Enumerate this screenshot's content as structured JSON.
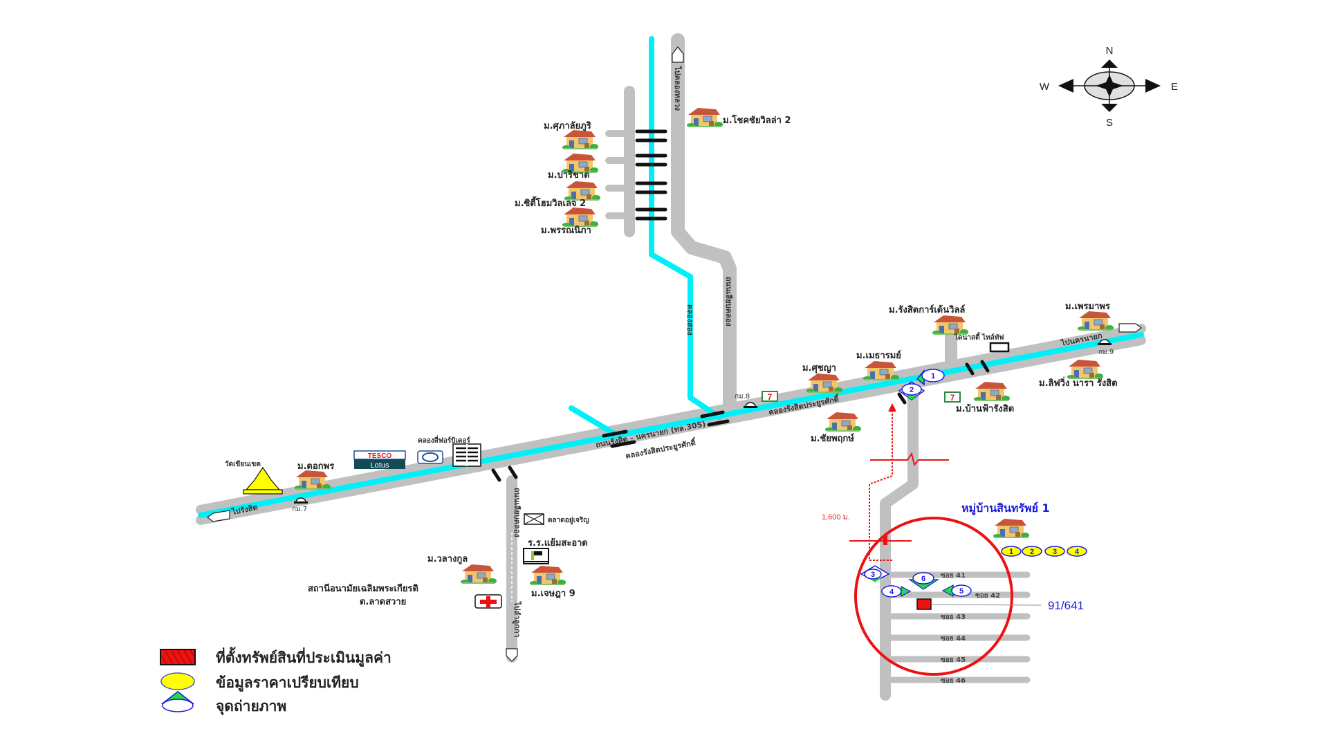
{
  "compass": {
    "north": "N",
    "south": "S",
    "east": "E",
    "west": "W"
  },
  "roads": {
    "main_road_label": "ถนนรังสิต - นครนายก (ทล.305)",
    "canal_label_main": "คลองรังสิตประยูรศักดิ์",
    "canal_label_main_2": "คลองรังสิตประยูรศักดิ์",
    "to_rangsit": "ไปรังสิต",
    "to_nakhon_nayok": "ไปนครนายก",
    "north_road": "ไปคลองหลวง",
    "north_road_lower": "ถนนเลียบคลอง",
    "north_canal": "คลองสอง",
    "south_road_upper": "ถนนเลียบคลอง",
    "south_road_lower": "ไปลำลูกกา",
    "km7": "กม.7",
    "km8": "กม.8",
    "km9": "กม.9"
  },
  "villages": [
    {
      "id": "v1",
      "label": "ม.ศุภาลัยภูริ"
    },
    {
      "id": "v2",
      "label": "ม.ปาริชาต"
    },
    {
      "id": "v3",
      "label": "ม.ซิตี้โฮมวิลเลจ 2"
    },
    {
      "id": "v4",
      "label": "ม.พรรณนิภา"
    },
    {
      "id": "v5",
      "label": "ม.โชคชัยวิลล่า 2"
    },
    {
      "id": "v6",
      "label": "ม.รังสิตการ์เด้นวิลล์"
    },
    {
      "id": "v7",
      "label": "ม.เพรมาพร"
    },
    {
      "id": "v8",
      "label": "ม.เมธารมย์"
    },
    {
      "id": "v9",
      "label": "ม.ศุชญา"
    },
    {
      "id": "v10",
      "label": "ม.ลิฟวิ่ง นารา รังสิต"
    },
    {
      "id": "v11",
      "label": "ม.บ้านฟ้ารังสิต"
    },
    {
      "id": "v12",
      "label": "ม.ชัยพฤกษ์"
    },
    {
      "id": "v13",
      "label": "ม.ดอกพร"
    },
    {
      "id": "v14",
      "label": "ม.วลางกูล"
    },
    {
      "id": "v15",
      "label": "ม.เจษฎา 9"
    }
  ],
  "landmarks": {
    "temple": "วัดเขียนเขต",
    "tesco_top": "TESCO",
    "tesco_bottom": "Lotus",
    "building": "คลองสี่ฟอร์บิเดอร์",
    "market": "ตลาดอยู่เจริญ",
    "school": "ร.ร.แย้มสะอาด",
    "clinic": "สถานีอนามัยเฉลิมพระเกียรติ",
    "clinic_sub": "ต.ลาดสวาย",
    "dynasty": "ไดนาสตี้ ไทล์ทัฟ"
  },
  "subject": {
    "title": "หมู่บ้านสินทรัพย์ 1",
    "comparables": [
      "1",
      "2",
      "3",
      "4"
    ],
    "plot_number": "91/641",
    "distance": "1,600 ม."
  },
  "sois": [
    "ซอย 41",
    "ซอย 42",
    "ซอย 43",
    "ซอย 44",
    "ซอย 45",
    "ซอย 46"
  ],
  "photo_points": [
    "1",
    "2",
    "3",
    "4",
    "5",
    "6"
  ],
  "legend": [
    {
      "symbol": "hatched-red-square",
      "label": "ที่ตั้งทรัพย์สินที่ประเมินมูลค่า"
    },
    {
      "symbol": "yellow-ellipse",
      "label": "ข้อมูลราคาเปรียบเทียบ"
    },
    {
      "symbol": "photo-point",
      "label": "จุดถ่ายภาพ"
    }
  ],
  "colors": {
    "road": "#c0c0c0",
    "canal": "#00f0f8",
    "subject_circle": "#ee1111",
    "subject_marker": "#ee1111",
    "label_blue": "#1a1adc",
    "comparable_yellow": "#ffff00",
    "photo_green": "#22dd44"
  }
}
